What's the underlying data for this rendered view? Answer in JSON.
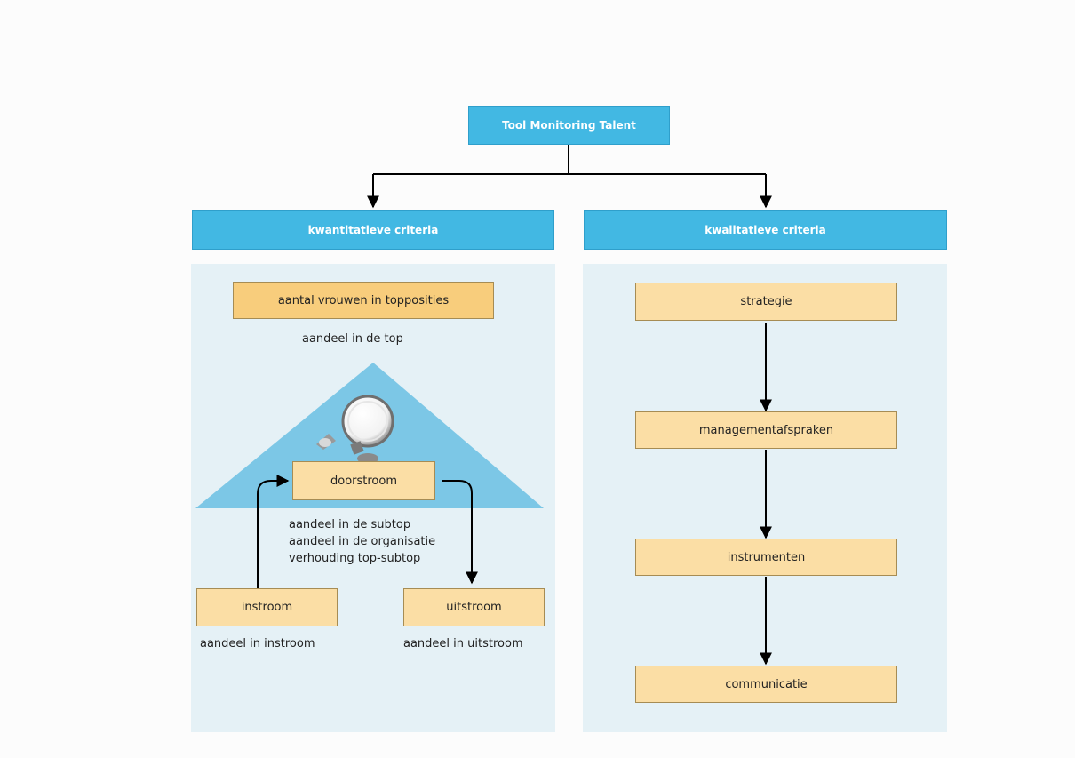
{
  "title": "Tool Monitoring Talent",
  "left": {
    "header": "kwantitatieve criteria",
    "top_box": "aantal vrouwen in topposities",
    "top_note": "aandeel in de top",
    "doorstroom": "doorstroom",
    "doorstroom_notes": [
      "aandeel in de subtop",
      "aandeel in de organisatie",
      "verhouding top-subtop"
    ],
    "instroom": "instroom",
    "instroom_note": "aandeel in instroom",
    "uitstroom": "uitstroom",
    "uitstroom_note": "aandeel in uitstroom"
  },
  "right": {
    "header": "kwalitatieve criteria",
    "steps": [
      "strategie",
      "managementafspraken",
      "instrumenten",
      "communicatie"
    ]
  },
  "colors": {
    "header_blue": "#42b8e3",
    "panel_bg": "#e5f1f6",
    "box_fill": "#fbdea5",
    "triangle": "#7cc7e6"
  }
}
